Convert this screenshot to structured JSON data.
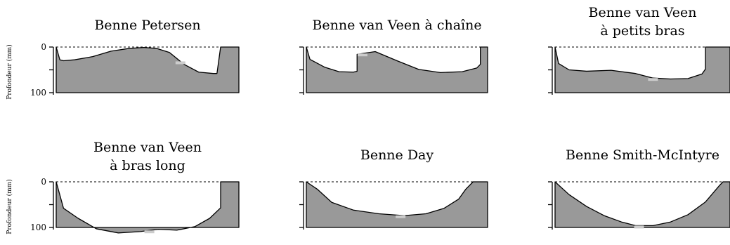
{
  "figure": {
    "ylabel": "Profondeur (mm)",
    "tick_labels": [
      "0",
      "100"
    ]
  },
  "panels": [
    {
      "title_lines": [
        "Benne Petersen"
      ],
      "shows_tick_labels": true,
      "shows_ylabel": true,
      "profile_depth_mm": [
        [
          0,
          0
        ],
        [
          2,
          28
        ],
        [
          4,
          30
        ],
        [
          10,
          28
        ],
        [
          20,
          21
        ],
        [
          30,
          9
        ],
        [
          40,
          3
        ],
        [
          48,
          1
        ],
        [
          55,
          3
        ],
        [
          62,
          12
        ],
        [
          70,
          38
        ],
        [
          78,
          55
        ],
        [
          86,
          58
        ],
        [
          88,
          58
        ],
        [
          90,
          0
        ]
      ],
      "notch_pct": 68
    },
    {
      "title_lines": [
        "Benne van Veen à chaîne"
      ],
      "shows_tick_labels": false,
      "shows_ylabel": false,
      "profile_depth_mm": [
        [
          0,
          0
        ],
        [
          2,
          27
        ],
        [
          10,
          44
        ],
        [
          18,
          54
        ],
        [
          26,
          55
        ],
        [
          28,
          53
        ],
        [
          28,
          16
        ],
        [
          38,
          10
        ],
        [
          50,
          30
        ],
        [
          62,
          49
        ],
        [
          74,
          56
        ],
        [
          86,
          54
        ],
        [
          94,
          46
        ],
        [
          96,
          38
        ],
        [
          96,
          0
        ]
      ],
      "notch_pct": 31
    },
    {
      "title_lines": [
        "Benne van Veen",
        "à petits bras"
      ],
      "shows_tick_labels": false,
      "shows_ylabel": false,
      "profile_depth_mm": [
        [
          0,
          0
        ],
        [
          2,
          36
        ],
        [
          8,
          50
        ],
        [
          18,
          53
        ],
        [
          32,
          51
        ],
        [
          46,
          58
        ],
        [
          56,
          68
        ],
        [
          66,
          70
        ],
        [
          76,
          69
        ],
        [
          84,
          59
        ],
        [
          86,
          48
        ],
        [
          86,
          0
        ]
      ],
      "notch_pct": 56
    },
    {
      "title_lines": [
        "Benne van Veen",
        "à bras long"
      ],
      "shows_tick_labels": true,
      "shows_ylabel": true,
      "profile_depth_mm": [
        [
          0,
          0
        ],
        [
          4,
          58
        ],
        [
          12,
          80
        ],
        [
          22,
          103
        ],
        [
          34,
          112
        ],
        [
          46,
          109
        ],
        [
          56,
          104
        ],
        [
          66,
          106
        ],
        [
          76,
          98
        ],
        [
          84,
          80
        ],
        [
          90,
          57
        ],
        [
          90,
          0
        ]
      ],
      "notch_pct": 51
    },
    {
      "title_lines": [
        "Benne Day"
      ],
      "shows_tick_labels": false,
      "shows_ylabel": false,
      "profile_depth_mm": [
        [
          0,
          0
        ],
        [
          6,
          16
        ],
        [
          14,
          45
        ],
        [
          26,
          62
        ],
        [
          40,
          70
        ],
        [
          54,
          74
        ],
        [
          66,
          70
        ],
        [
          76,
          58
        ],
        [
          84,
          38
        ],
        [
          88,
          16
        ],
        [
          92,
          0
        ]
      ],
      "notch_pct": 52
    },
    {
      "title_lines": [
        "Benne Smith-McIntyre"
      ],
      "shows_tick_labels": false,
      "shows_ylabel": false,
      "profile_depth_mm": [
        [
          0,
          0
        ],
        [
          8,
          28
        ],
        [
          18,
          54
        ],
        [
          28,
          74
        ],
        [
          38,
          88
        ],
        [
          46,
          96
        ],
        [
          50,
          96
        ],
        [
          56,
          96
        ],
        [
          66,
          88
        ],
        [
          76,
          72
        ],
        [
          86,
          44
        ],
        [
          94,
          8
        ],
        [
          96,
          0
        ]
      ],
      "notch_pct": 48
    }
  ]
}
